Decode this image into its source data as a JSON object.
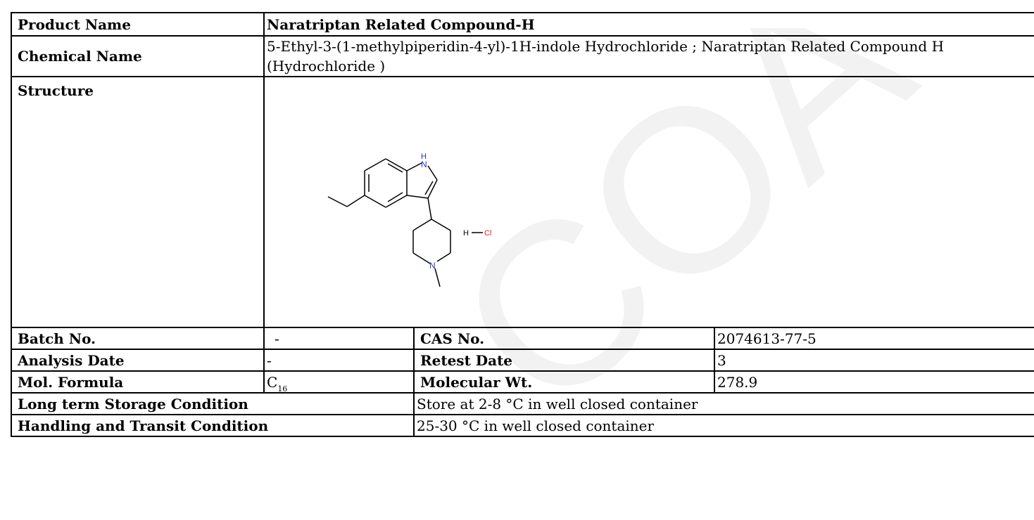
{
  "rows": {
    "product_name": {
      "label": "Product Name",
      "value": "Naratriptan Related Compound-H"
    },
    "chemical_name": {
      "label": "Chemical Name",
      "value": "5-Ethyl-3-(1-methylpiperidin-4-yl)-1H-indole Hydrochloride ; Naratriptan Related Compound H (Hydrochloride )"
    },
    "structure": {
      "label": "Structure",
      "atom_n1": "N",
      "atom_h1": "H",
      "atom_n2": "N",
      "hcl_h": "H",
      "hcl_cl": "Cl"
    },
    "batch": {
      "label": "Batch No.",
      "value": "-",
      "label2": "CAS No.",
      "value2": "2074613-77-5"
    },
    "analysis": {
      "label": "Analysis Date",
      "value": "-",
      "label2": "Retest Date",
      "value2": "3"
    },
    "formula": {
      "label": "Mol. Formula",
      "value_main": "C",
      "value_sub": "16",
      "label2": "Molecular Wt.",
      "value2": "278.9"
    },
    "storage": {
      "label": "Long term Storage Condition",
      "value": "Store at 2-8 °C in well closed container"
    },
    "handling": {
      "label": "Handling and Transit Condition",
      "value": "25-30 °C in well closed container"
    }
  },
  "watermark": {
    "text": "COA",
    "color": "#f0f0f0"
  },
  "colors": {
    "nitrogen": "#2233cc",
    "chlorine": "#dd2222"
  }
}
